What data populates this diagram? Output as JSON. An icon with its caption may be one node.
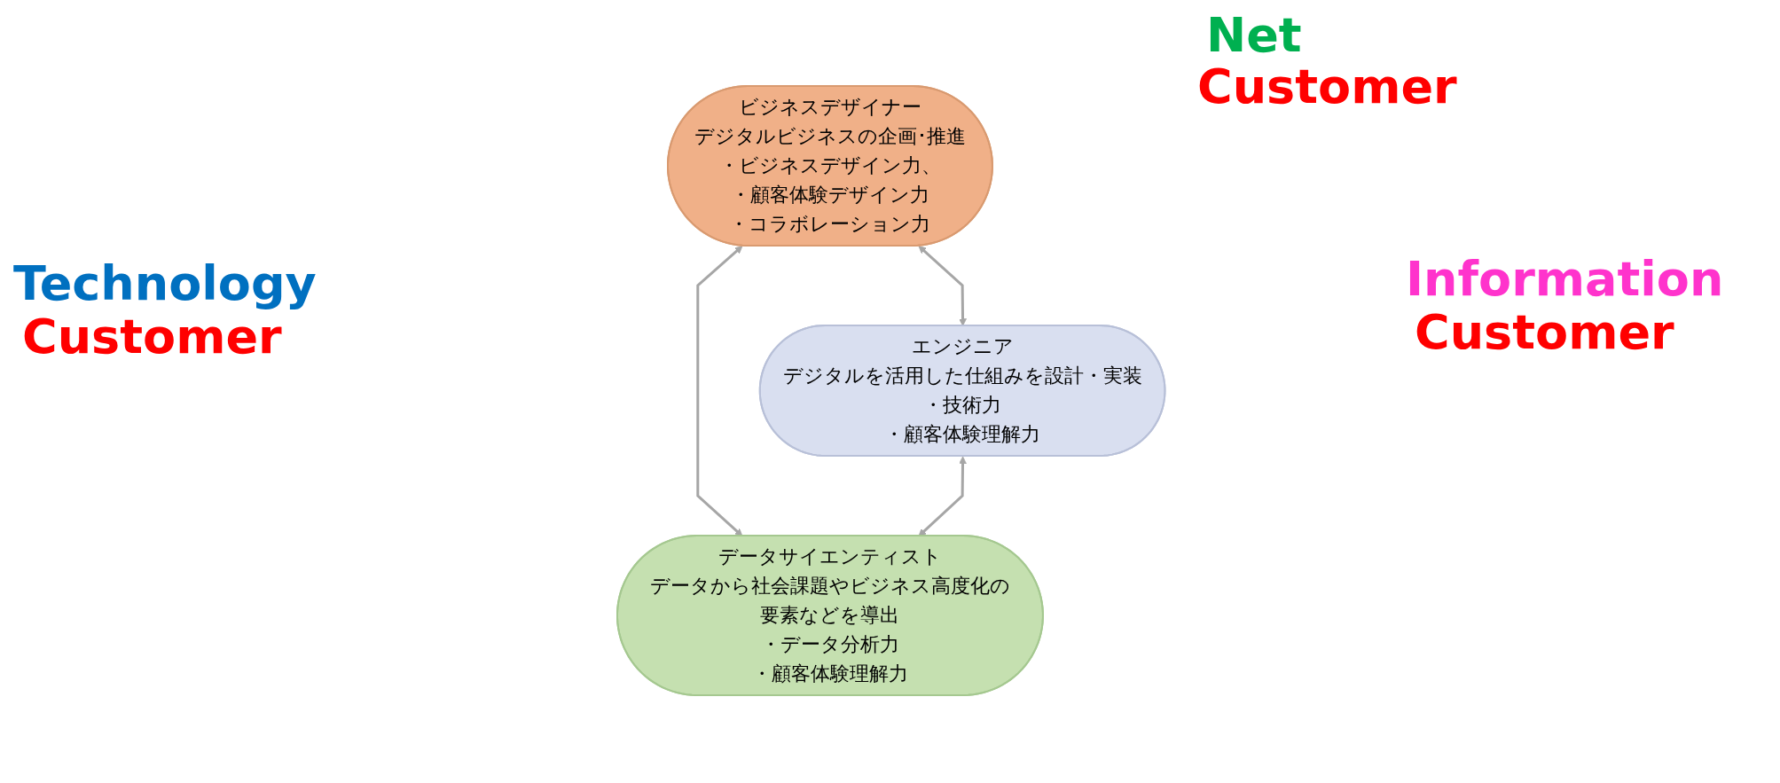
{
  "diagram": {
    "nodes": [
      {
        "text": [
          "ビジネスデザイナー",
          "デジタルビジネスの企画･推進",
          "・ビジネスデザイン力、",
          "・顧客体験デザイン力",
          "・コラボレーション力"
        ]
      },
      {
        "text": [
          "エンジニア",
          "デジタルを活用した仕組みを設計・実装",
          "・技術力",
          "・顧客体験理解力"
        ]
      },
      {
        "text": [
          "データサイエンティスト",
          "データから社会課題やビジネス高度化の要素などを導出",
          "・データ分析力",
          "・顧客体験理解力"
        ]
      }
    ],
    "edges": [
      {
        "from": 0,
        "to": 1,
        "arrow": "both"
      },
      {
        "from": 0,
        "to": 2,
        "arrow": "both"
      },
      {
        "from": 1,
        "to": 2,
        "arrow": "both"
      }
    ],
    "labels": [
      "Net",
      "Customer",
      "Technology",
      "Customer",
      "Information",
      "Customer"
    ]
  }
}
